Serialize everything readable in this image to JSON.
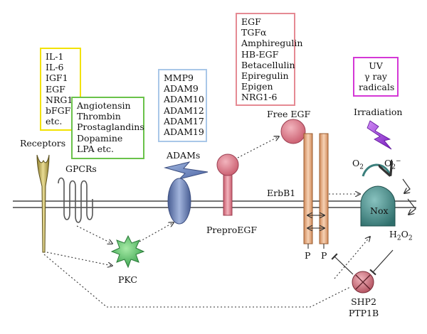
{
  "colors": {
    "box_yellow": "#f2e200",
    "box_green": "#6ac24a",
    "box_blue": "#a9c7e8",
    "box_red": "#e58a93",
    "box_magenta": "#d438d6",
    "receptor": "#c8b45a",
    "gpcr": "#555555",
    "adam": "#6a7fb3",
    "preproegf": "#e07a8a",
    "free_egf": "#d9808c",
    "erbb1": "#e8b48a",
    "nox": "#4f8f8c",
    "pkc": "#4cbf5a",
    "shp2": "#c86b78",
    "irradiation": "#9b2be0",
    "arrow": "#333333"
  },
  "boxes": {
    "receptor_ligands": {
      "color": "box_yellow",
      "items": [
        "IL-1",
        "IL-6",
        "IGF1",
        "EGF",
        "NRG1",
        "bFGF",
        "etc."
      ]
    },
    "gpcr_ligands": {
      "color": "box_green",
      "items": [
        "Angiotensin",
        "Thrombin",
        "Prostaglandins",
        "Dopamine",
        "LPA etc."
      ]
    },
    "adams_list": {
      "color": "box_blue",
      "items": [
        "MMP9",
        "ADAM9",
        "ADAM10",
        "ADAM12",
        "ADAM17",
        "ADAM19"
      ]
    },
    "egf_ligands": {
      "color": "box_red",
      "items": [
        "EGF",
        "TGFα",
        "Amphiregulin",
        "HB-EGF",
        "Betacellulin",
        "Epiregulin",
        "Epigen",
        "NRG1-6"
      ]
    },
    "irradiation_sources": {
      "color": "box_magenta",
      "items": [
        "UV",
        "γ ray",
        "radicals"
      ]
    }
  },
  "labels": {
    "receptors": "Receptors",
    "gpcrs": "GPCRs",
    "adams": "ADAMs",
    "free_egf": "Free EGF",
    "irradiation": "Irradiation",
    "erbb1": "ErbB1",
    "nox": "Nox",
    "preproegf": "PreproEGF",
    "pkc": "PKC",
    "p_left": "P",
    "p_right": "P",
    "shp2": "SHP2",
    "ptp1b": "PTP1B",
    "o2": "O",
    "o2_sub": "2",
    "superoxide": "O",
    "superoxide_sub": "2",
    "superoxide_sup": "−",
    "h2o2_h": "H",
    "h2o2_sub1": "2",
    "h2o2_o": "O",
    "h2o2_sub2": "2"
  }
}
